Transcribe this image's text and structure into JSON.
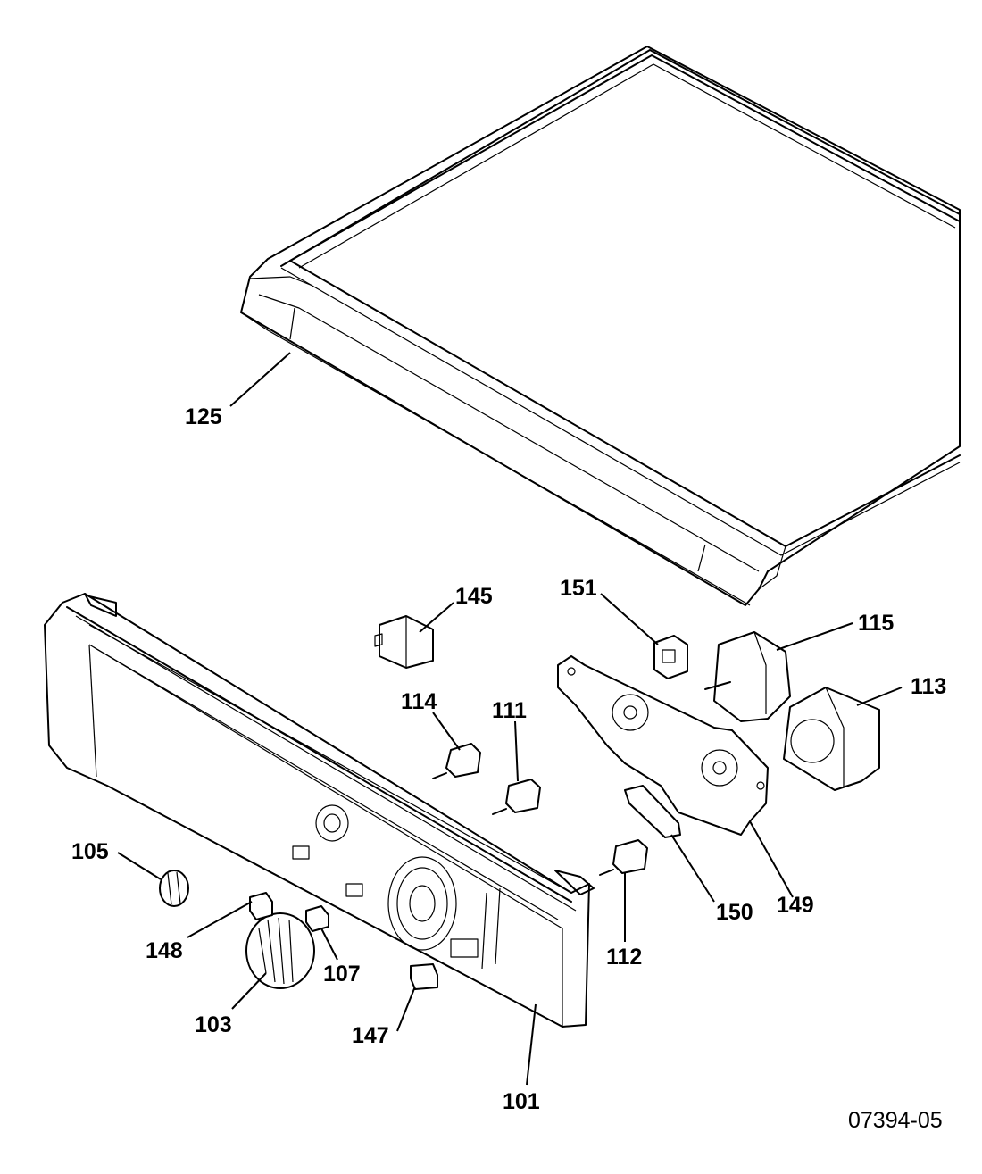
{
  "diagram": {
    "callouts": {
      "c101": "101",
      "c103": "103",
      "c105": "105",
      "c107": "107",
      "c111": "111",
      "c112": "112",
      "c113": "113",
      "c114": "114",
      "c115": "115",
      "c125": "125",
      "c145": "145",
      "c147": "147",
      "c148": "148",
      "c149": "149",
      "c150": "150",
      "c151": "151"
    },
    "document_number": "07394-05"
  }
}
